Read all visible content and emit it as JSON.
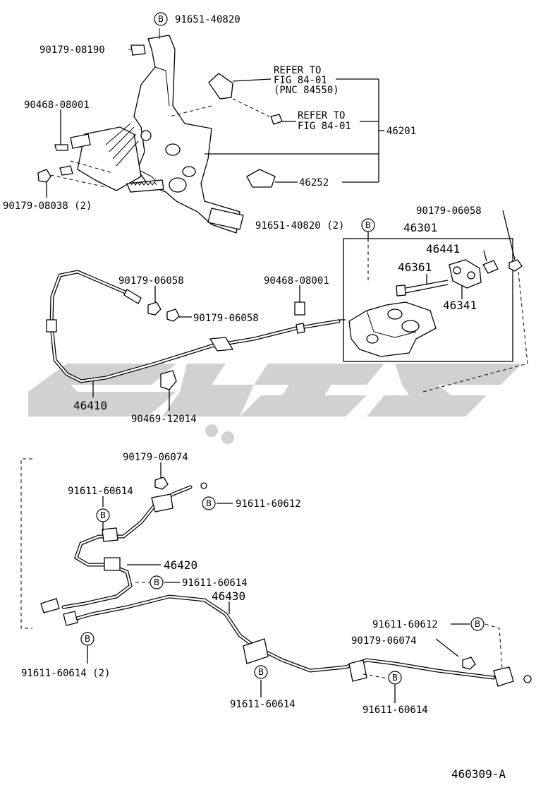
{
  "labels": {
    "b_91651_40820_top": "91651-40820",
    "p_90179_08190": "90179-08190",
    "refer1_a": "REFER TO",
    "refer1_b": "FIG 84-01",
    "refer1_c": "(PNC 84550)",
    "refer2_a": "REFER TO",
    "refer2_b": "FIG 84-01",
    "p_46201": "46201",
    "p_90468_08001_top": "90468-08001",
    "p_46252": "46252",
    "p_90179_08038": "90179-08038 (2)",
    "p_90179_06058_right": "90179-06058",
    "b_91651_40820_2": "91651-40820 (2)",
    "p_46301": "46301",
    "p_46441": "46441",
    "p_46361": "46361",
    "p_46341": "46341",
    "p_90179_06058_a": "90179-06058",
    "p_90179_06058_b": "90179-06058",
    "p_90468_08001_mid": "90468-08001",
    "p_46410": "46410",
    "p_90469_12014": "90469-12014",
    "p_90179_06074_top": "90179-06074",
    "b_91611_60614_a": "91611-60614",
    "b_91611_60612_a": "91611-60612",
    "p_46420": "46420",
    "b_91611_60614_b": "91611-60614",
    "p_46430": "46430",
    "b_91611_60612_b": "91611-60612",
    "p_90179_06074_bottom": "90179-06074",
    "b_91611_60614_2": "91611-60614 (2)",
    "b_91611_60614_c": "91611-60614",
    "b_91611_60614_d": "91611-60614",
    "fig_id": "460309-A"
  },
  "callout_letter": "B",
  "watermark_color": "#c9c9c9"
}
